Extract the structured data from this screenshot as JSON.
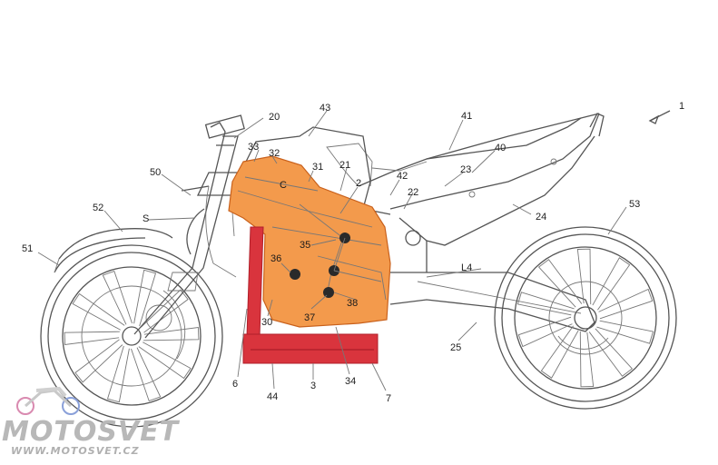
{
  "diagram": {
    "labels": [
      "1",
      "20",
      "43",
      "41",
      "33",
      "32",
      "31",
      "21",
      "40",
      "42",
      "2",
      "23",
      "50",
      "C",
      "22",
      "24",
      "52",
      "S",
      "35",
      "53",
      "51",
      "36",
      "L4",
      "38",
      "37",
      "30",
      "6",
      "44",
      "3",
      "34",
      "7",
      "25"
    ],
    "colors": {
      "engine_fill": "#f39a4c",
      "engine_stroke": "#c9611c",
      "stand_red": "#d9343d",
      "line": "#555555"
    }
  },
  "watermark": {
    "brand": "MOTOSVET",
    "url": "WWW.MOTOSVET.CZ"
  }
}
